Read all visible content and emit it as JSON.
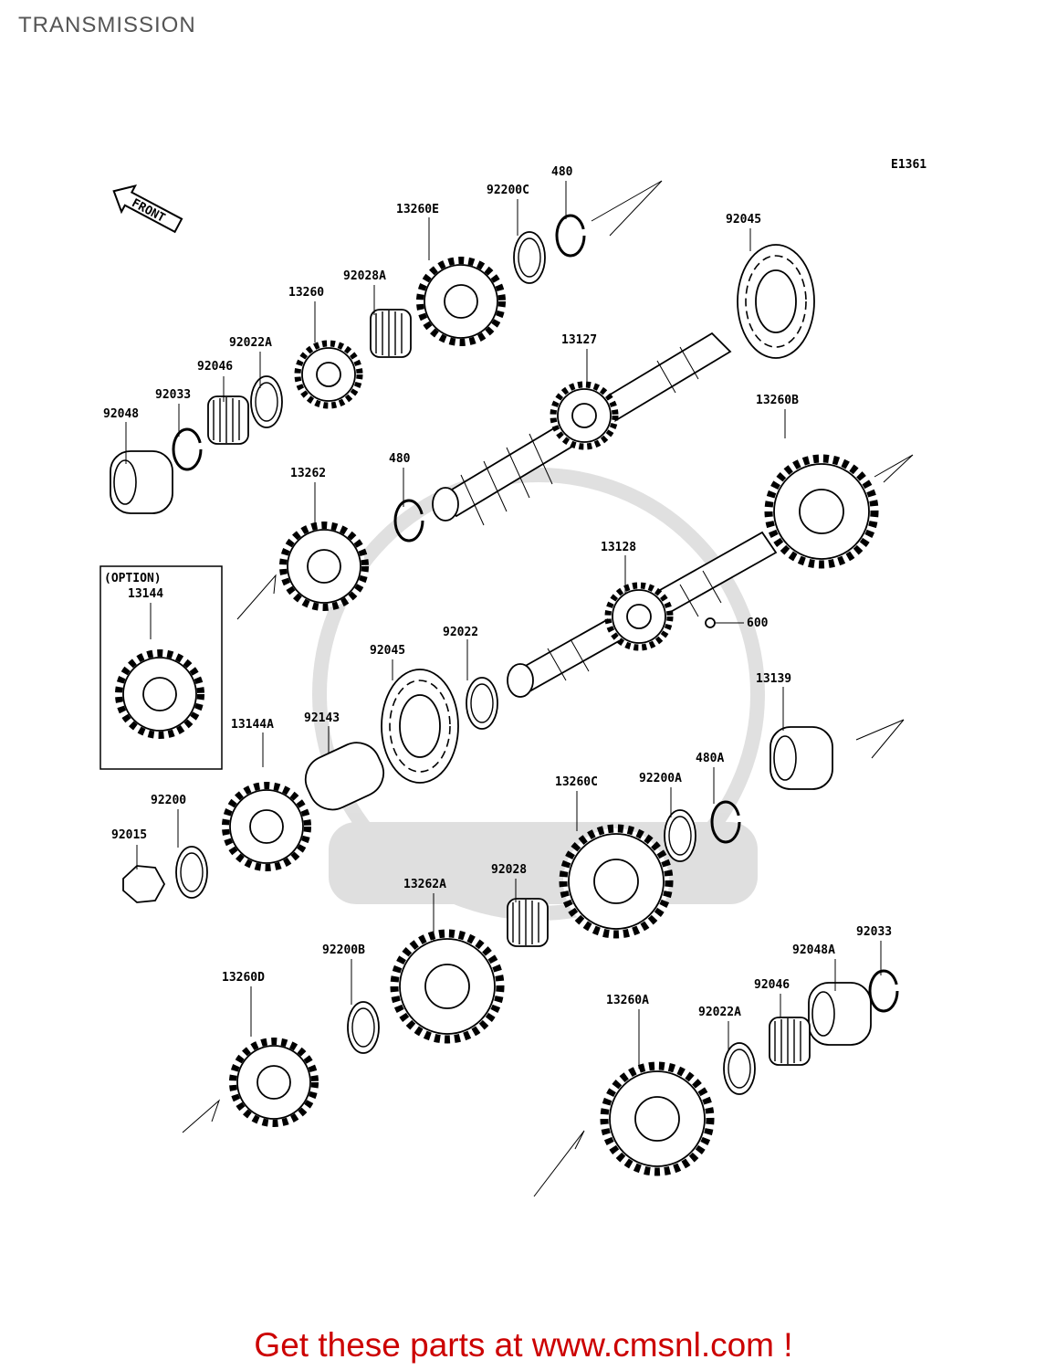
{
  "page": {
    "title": "TRANSMISSION",
    "diagram_code": "E1361",
    "footer": "Get these parts at www.cmsnl.com !"
  },
  "front_arrow": {
    "label": "FRONT"
  },
  "option_box": {
    "label": "(OPTION)"
  },
  "parts": [
    {
      "number": "480"
    },
    {
      "number": "92200C"
    },
    {
      "number": "13260E"
    },
    {
      "number": "92045"
    },
    {
      "number": "92028A"
    },
    {
      "number": "13260"
    },
    {
      "number": "92022A"
    },
    {
      "number": "92046"
    },
    {
      "number": "92033"
    },
    {
      "number": "92048"
    },
    {
      "number": "13127"
    },
    {
      "number": "13260B"
    },
    {
      "number": "13262"
    },
    {
      "number": "480"
    },
    {
      "number": "13144"
    },
    {
      "number": "13128"
    },
    {
      "number": "600"
    },
    {
      "number": "92022"
    },
    {
      "number": "92045"
    },
    {
      "number": "92143"
    },
    {
      "number": "13144A"
    },
    {
      "number": "13139"
    },
    {
      "number": "13260C"
    },
    {
      "number": "92200A"
    },
    {
      "number": "480A"
    },
    {
      "number": "92200"
    },
    {
      "number": "92015"
    },
    {
      "number": "92028"
    },
    {
      "number": "13262A"
    },
    {
      "number": "92200B"
    },
    {
      "number": "13260D"
    },
    {
      "number": "92033"
    },
    {
      "number": "92048A"
    },
    {
      "number": "92046"
    },
    {
      "number": "92022A"
    },
    {
      "number": "13260A"
    }
  ]
}
